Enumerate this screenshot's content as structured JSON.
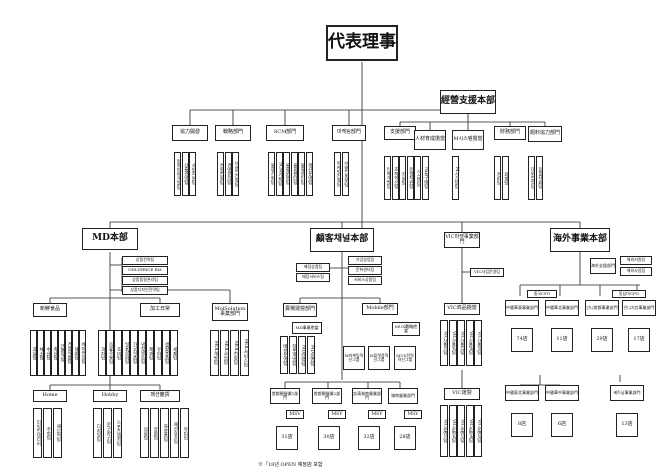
{
  "ceo": "代表理事",
  "support": {
    "title": "經營支援本部",
    "children": [
      "支援部門",
      "人材育成擔當",
      "M시스템擔當",
      "財務部門",
      "飼料協力部門"
    ],
    "leaves": [
      [
        "인재개발팀",
        "조직혁신팀",
        "지원팀",
        "운영지원팀",
        "시스템팀",
        "공동구매팀"
      ],
      [
        "M시스템팀"
      ],
      [
        "경리팀",
        "회계팀"
      ],
      [
        "대외협력팀",
        "동물사료팀"
      ]
    ]
  },
  "top_depts": [
    {
      "name": "協力開發",
      "leaves": [
        "협력업체개발팀",
        "상품경영팀",
        "사업지원팀"
      ]
    },
    {
      "name": "戰略部門",
      "leaves": [
        "경영전략팀",
        "경영관리팀",
        "브랜드전략팀"
      ]
    },
    {
      "name": "SCM部門",
      "leaves": [
        "물류기획팀",
        "SCM기획팀",
        "물류운영팀",
        "물류센터팀",
        "물류센터팀",
        "생산운영팀"
      ]
    },
    {
      "name": "마케팅部門",
      "leaves": [
        "마케팅전략팀",
        "브랜드홍보팀"
      ]
    }
  ],
  "md": {
    "title": "MD本部",
    "side": [
      "상품전략팀",
      "ONLYPRICE RM",
      "상품품질관리팀",
      "상품디자인전략팀"
    ],
    "fresh": {
      "name": "新鮮食品",
      "leaves": [
        "과일팀",
        "채소팀",
        "수산팀",
        "축산팀",
        "간편식팀",
        "건강식품팀",
        "델리팀",
        "베이커리팀"
      ]
    },
    "processed": {
      "name": "加工日常",
      "leaves": [
        "과자팀",
        "음료주류팀",
        "조미팀",
        "일용잡화팀",
        "가공식품팀",
        "냉장냉동팀",
        "제과팀",
        "유아팀",
        "생활용품팀",
        "세제팀"
      ]
    },
    "home": {
      "name": "Home",
      "leaves": [
        "리빙인테리어",
        "주방팀",
        "패브릭팀"
      ]
    },
    "hobby": {
      "name": "Hobby",
      "leaves": [
        "디지털팀",
        "문구완구팀",
        "스포츠레저팀"
      ]
    },
    "fashion": {
      "name": "패션雜貨",
      "leaves": [
        "의류팀",
        "잡화팀",
        "화장품팀",
        "패션슈즈팀",
        "뷰티팀"
      ]
    },
    "mol": {
      "name": "MolSolution事業部門",
      "leaves": [
        "MOL개발팀",
        "MOL사업팀",
        "MOL전략팀",
        "MOL서비스팀"
      ]
    }
  },
  "channel": {
    "title": "顧客채널本部",
    "side": [
      "매장상품팀",
      "매장서비스팀"
    ],
    "side2": [
      "기업영업팀",
      "문화센터팀",
      "서비스상품팀"
    ],
    "store_ops": {
      "name": "賣場運營部門",
      "sub": "MD事業擔當",
      "leaves": [
        "매장운영팀",
        "점포개발팀",
        "MD전략팀",
        "MD운영팀"
      ]
    },
    "mobile": {
      "name": "Mobile部門",
      "sub": "MUX戰略擔當",
      "leaves": [
        "M전략",
        "M운영",
        "M상품"
      ],
      "groups": [
        "M마케팅혁신그룹",
        "M플랫폼혁신그룹",
        "MUX전략혁신그룹"
      ]
    },
    "regions": [
      "首都圈營業1部門",
      "首都圈營業2部門",
      "忠清湖南營業部門",
      "嶺南營業部門"
    ],
    "msv": [
      "MSV",
      "MSV",
      "MSV",
      "MSV"
    ],
    "stores": [
      "31店",
      "30店",
      "32店",
      "28店"
    ],
    "note": "※「18년 OPEN 예정店 포함"
  },
  "vic": {
    "title": "VIC마켓事業部門",
    "side": "VIC사업운영팀",
    "dept": "VIC商品擔當",
    "leaves": [
      "VIC상품1팀",
      "VIC상품2팀",
      "VIC상품3팀",
      "VIC상품4팀",
      "VIC상품5팀"
    ],
    "ops": "VIC運營",
    "ops_leaves": [
      "VIC운영1팀",
      "VIC운영2팀",
      "VIC운영3팀",
      "VIC운영4팀",
      "VIC운영5팀"
    ]
  },
  "overseas": {
    "title": "海外事業本部",
    "side_main": "海外支援部門",
    "side": [
      "해외지원팀",
      "해외사업팀"
    ],
    "cfo": [
      "중국CFO",
      "동남아CFO"
    ],
    "units": [
      {
        "name": "中國華東事業部門",
        "stores": "74店"
      },
      {
        "name": "中國華北事業部門",
        "stores": "11店"
      },
      {
        "name": "인니首都事業部門",
        "stores": "29店"
      },
      {
        "name": "인니지방事業部門",
        "stores": "17店"
      },
      {
        "name": "中國東北事業部門",
        "stores": "8店"
      },
      {
        "name": "中國華中事業部門",
        "stores": "6店"
      },
      {
        "name": "베트남事業部門",
        "stores": "13店"
      }
    ]
  }
}
